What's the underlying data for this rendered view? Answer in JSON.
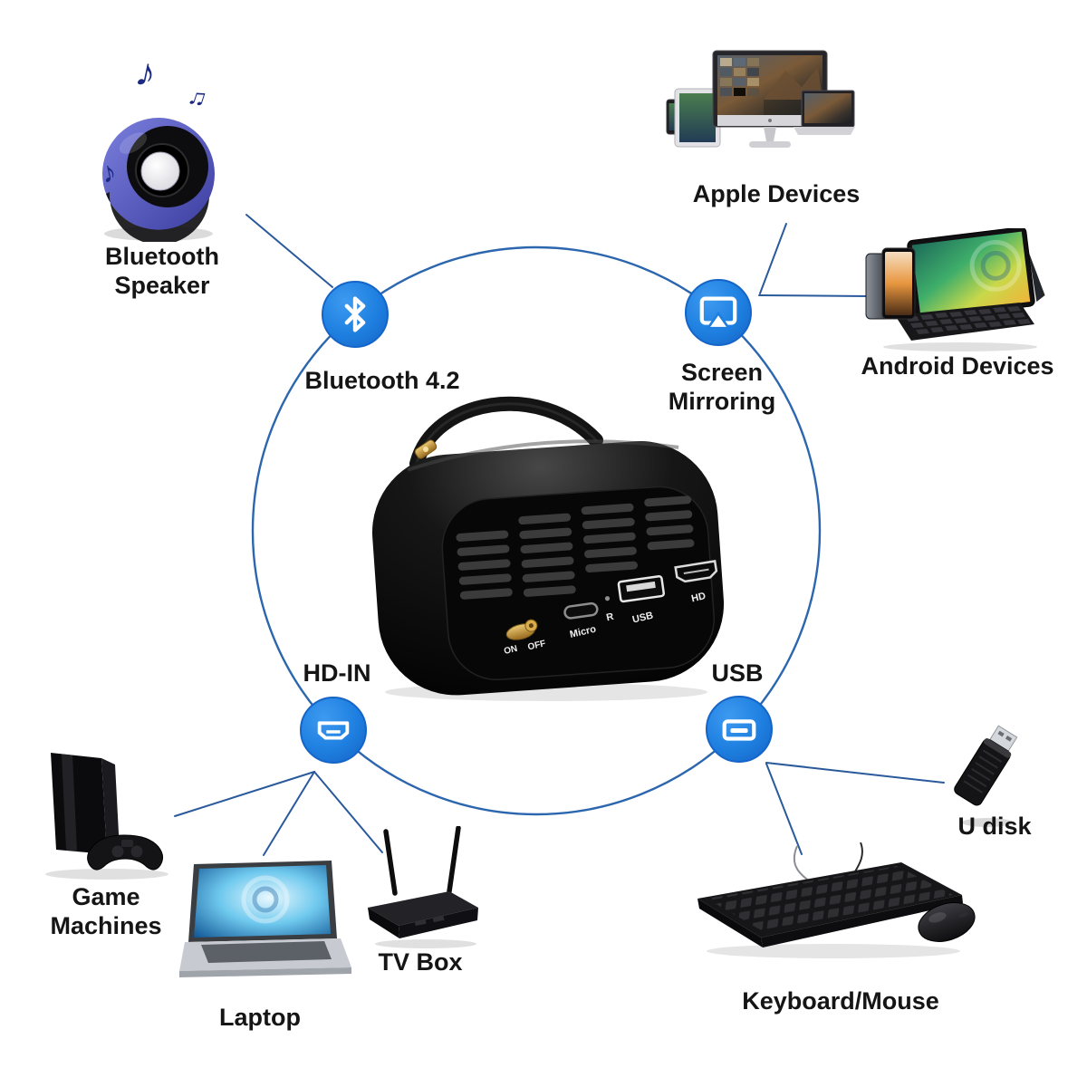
{
  "colors": {
    "accent_blue": "#1e7fe0",
    "line_navy": "#2a5a9c",
    "circle_blue": "#2b66ae",
    "text": "#151515"
  },
  "icons": {
    "music_note_1": "♪",
    "music_note_2": "♫",
    "music_note_3": "♪"
  },
  "nodes": {
    "bluetooth": {
      "label": "Bluetooth 4.2"
    },
    "screen_mirroring": {
      "label": "Screen Mirroring"
    },
    "hd_in": {
      "label": "HD-IN"
    },
    "usb": {
      "label": "USB"
    }
  },
  "devices": {
    "bluetooth_speaker": {
      "label": "Bluetooth Speaker"
    },
    "apple": {
      "label": "Apple Devices"
    },
    "android": {
      "label": "Android Devices"
    },
    "game_machines": {
      "label": "Game Machines"
    },
    "laptop": {
      "label": "Laptop"
    },
    "tv_box": {
      "label": "TV Box"
    },
    "u_disk": {
      "label": "U disk"
    },
    "keyboard_mouse": {
      "label": "Keyboard/Mouse"
    }
  },
  "hub": {
    "ports": {
      "power_on": "ON",
      "power_off": "OFF",
      "micro": "Micro",
      "reset": "R",
      "usb": "USB",
      "hdmi": "HD"
    }
  }
}
